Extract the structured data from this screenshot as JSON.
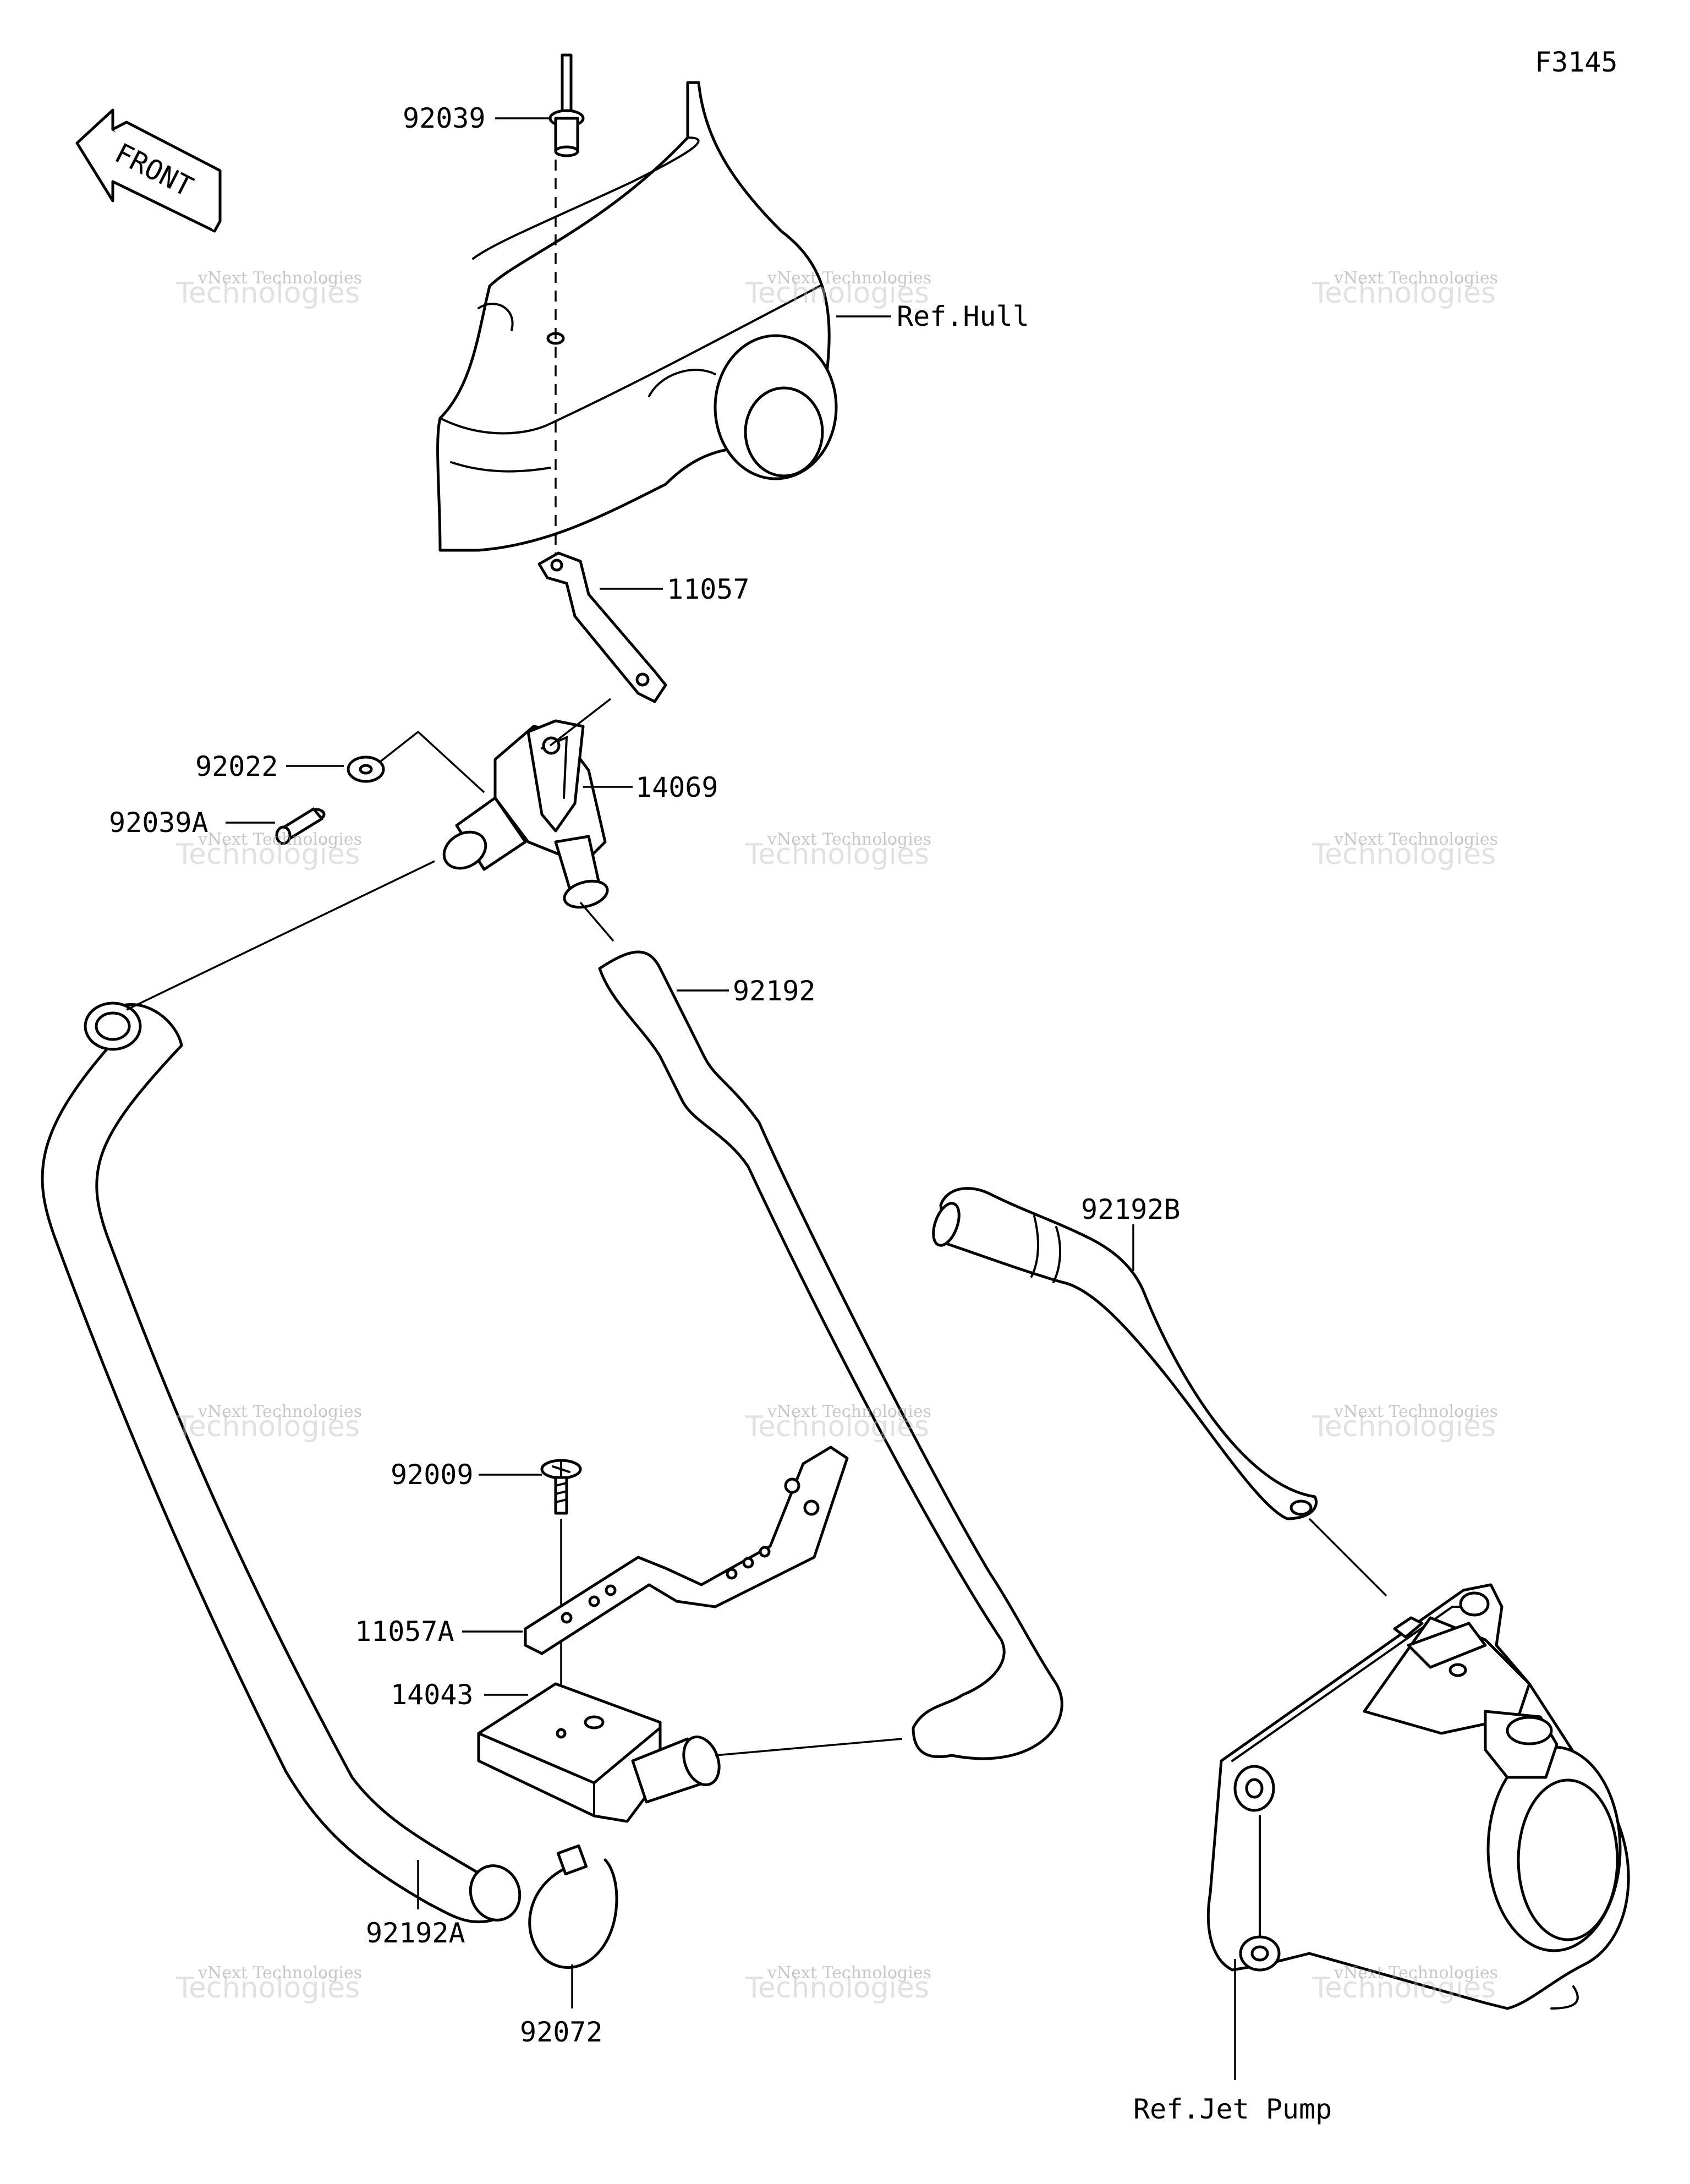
{
  "figure_code": "F3145",
  "front_marker": "FRONT",
  "watermark": {
    "line1": "vNext Technologies",
    "line2": "Technologies",
    "rotated": "vNext"
  },
  "labels": {
    "p92039": "92039",
    "ref_hull": "Ref.Hull",
    "p11057": "11057",
    "p92022": "92022",
    "p14069": "14069",
    "p92039a": "92039A",
    "p92192": "92192",
    "p92192b": "92192B",
    "p92009": "92009",
    "p11057a": "11057A",
    "p14043": "14043",
    "p92192a": "92192A",
    "p92072": "92072",
    "ref_jet_pump": "Ref.Jet Pump"
  }
}
